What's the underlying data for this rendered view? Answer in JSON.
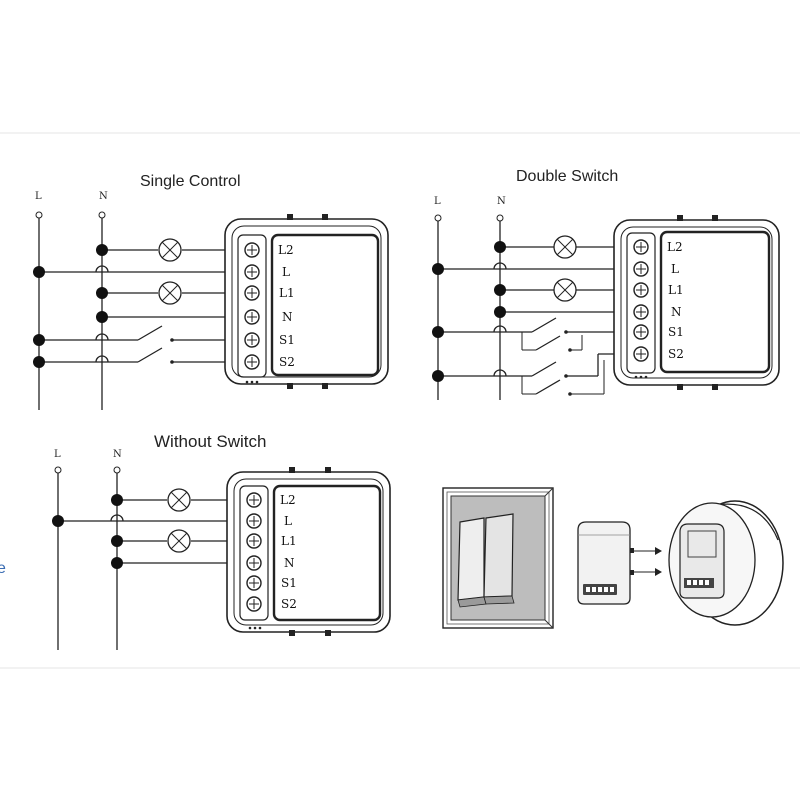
{
  "diagrams": [
    {
      "title": "Single Control",
      "rails": [
        "L",
        "N"
      ],
      "terminals": [
        "L2",
        "L",
        "L1",
        "N",
        "S1",
        "S2"
      ]
    },
    {
      "title": "Double Switch",
      "rails": [
        "L",
        "N"
      ],
      "terminals": [
        "L2",
        "L",
        "L1",
        "N",
        "S1",
        "S2"
      ]
    },
    {
      "title": "Without Switch",
      "rails": [
        "L",
        "N"
      ],
      "terminals": [
        "L2",
        "L",
        "L1",
        "N",
        "S1",
        "S2"
      ]
    }
  ],
  "edge_fragment": "e",
  "icons": [
    "lamp-icon",
    "junction-dot-icon",
    "wall-switch-icon",
    "relay-module-icon",
    "wall-box-icon",
    "arrow-icon"
  ]
}
